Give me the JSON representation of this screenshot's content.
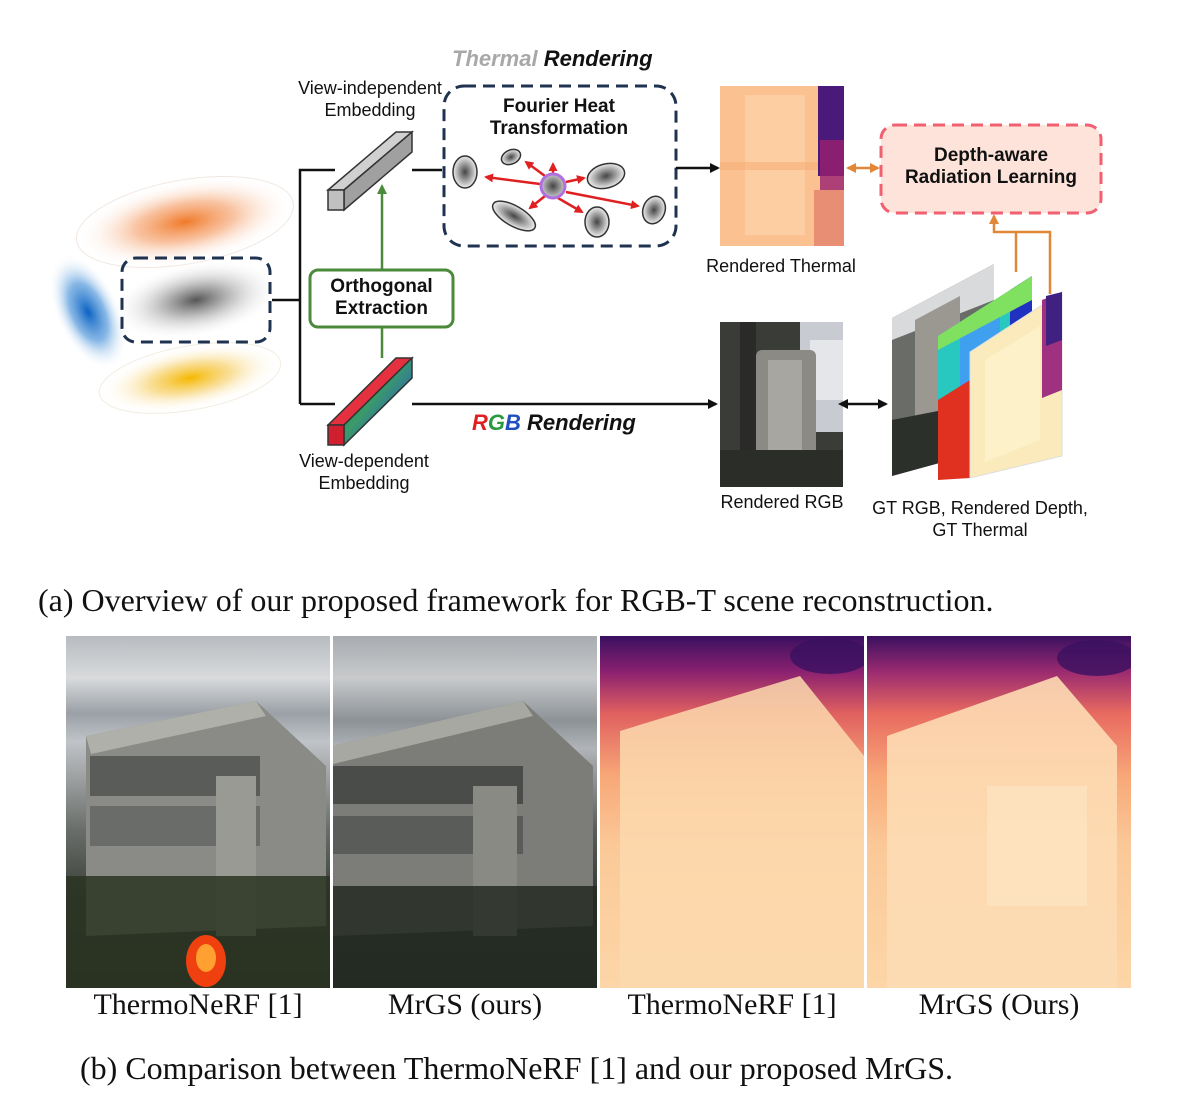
{
  "diagram": {
    "thermal_rendering": {
      "word1": "Thermal",
      "word2": "Rendering"
    },
    "rgb_rendering": {
      "r": "R",
      "g": "G",
      "b": "B",
      "word": "Rendering"
    },
    "view_independent": [
      "View-independent",
      "Embedding"
    ],
    "view_dependent": [
      "View-dependent",
      "Embedding"
    ],
    "fourier": [
      "Fourier Heat",
      "Transformation"
    ],
    "orthogonal": [
      "Orthogonal",
      "Extraction"
    ],
    "depth_aware": [
      "Depth-aware",
      "Radiation Learning"
    ],
    "rendered_thermal": "Rendered Thermal",
    "rendered_rgb": "Rendered RGB",
    "gt_caption": [
      "GT RGB, Rendered Depth,",
      "GT Thermal"
    ],
    "caption_a": "(a) Overview of our proposed framework for RGB-T scene reconstruction."
  },
  "comparison": {
    "labels": [
      "ThermoNeRF [1]",
      "MrGS (ours)",
      "ThermoNeRF [1]",
      "MrGS (Ours)"
    ],
    "caption_b": "(b) Comparison between ThermoNeRF [1] and our proposed MrGS."
  },
  "colors": {
    "thermal_gray": "#a8a8a8",
    "green": "#4a8a3a",
    "red_arrow": "#e02020",
    "orange_arrow": "#e08838",
    "pink_box_fill": "#fde3da",
    "pink_box_border": "#f06070",
    "dashed_navy": "#1f3350"
  }
}
